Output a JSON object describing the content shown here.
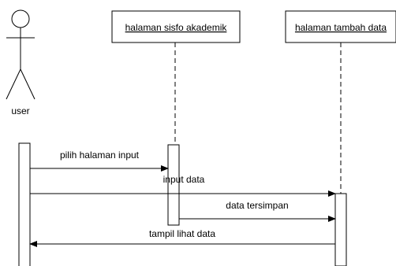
{
  "actor": {
    "name": "user"
  },
  "objects": [
    {
      "label": "halaman sisfo akademik"
    },
    {
      "label": "halaman tambah data"
    }
  ],
  "messages": [
    {
      "label": "pilih halaman input"
    },
    {
      "label": "input data"
    },
    {
      "label": "data tersimpan"
    },
    {
      "label": "tampil lihat data"
    }
  ],
  "colors": {
    "line": "#000000",
    "background": "#ffffff"
  }
}
